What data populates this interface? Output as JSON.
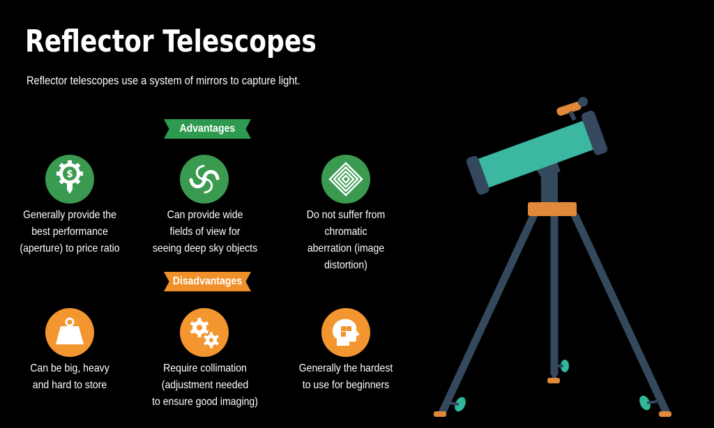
{
  "header": {
    "title": "Reflector Telescopes",
    "subtitle": "Reflector telescopes use a system of mirrors to capture light."
  },
  "advantages": {
    "label": "Advantages",
    "color": "#2e9a4f",
    "items": [
      {
        "icon": "dollar-gear-icon",
        "text": "Generally provide the\nbest performance\n(aperture) to price ratio"
      },
      {
        "icon": "galaxy-icon",
        "text": "Can provide wide\nfields of view for\nseeing deep sky objects"
      },
      {
        "icon": "concentric-diamond-icon",
        "text": "Do not suffer from chromatic\naberration (image distortion)"
      }
    ]
  },
  "disadvantages": {
    "label": "Disadvantages",
    "color": "#f0902b",
    "items": [
      {
        "icon": "weight-icon",
        "text": "Can be big, heavy\nand hard to store"
      },
      {
        "icon": "gears-icon",
        "text": "Require collimation\n(adjustment needed\nto ensure good imaging)"
      },
      {
        "icon": "head-puzzle-icon",
        "text": "Generally the hardest\nto use for beginners"
      }
    ]
  },
  "colors": {
    "background": "#000000",
    "tube": "#3cb8a2",
    "tripod": "#34495e",
    "accent_orange": "#e0893a",
    "foot_green": "#2fb89b"
  }
}
